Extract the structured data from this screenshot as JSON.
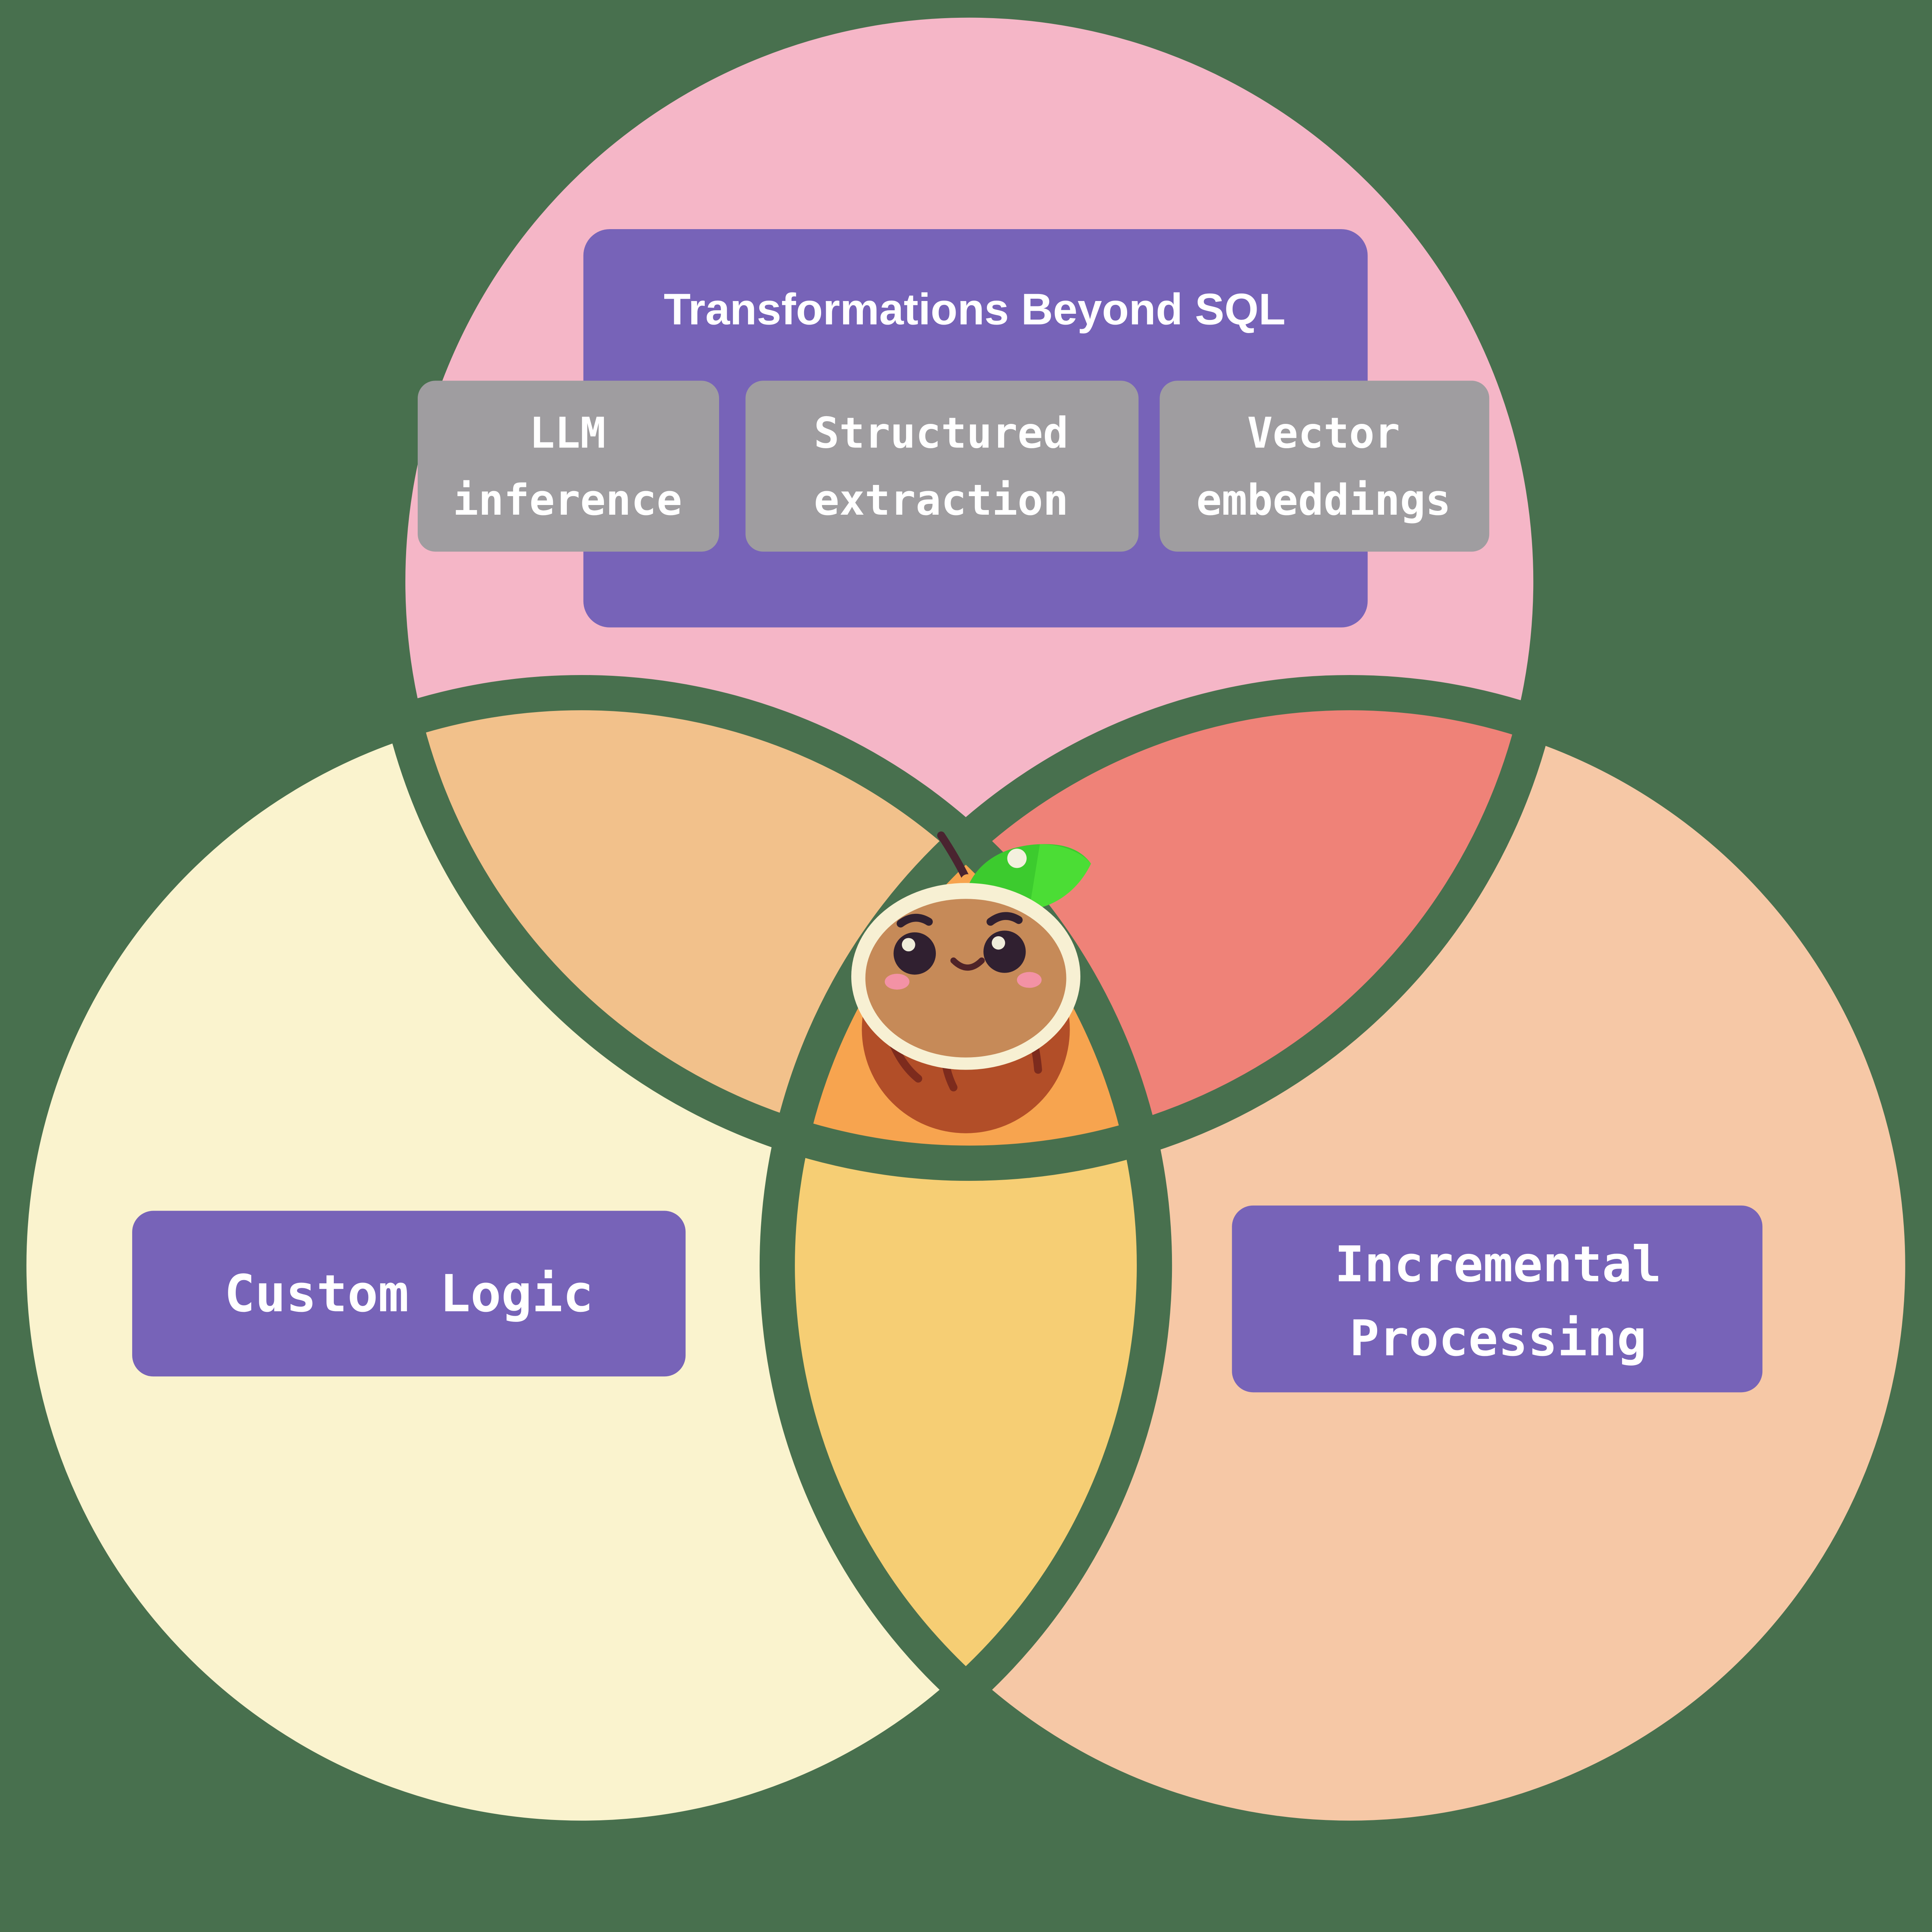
{
  "colors": {
    "background": "#48704E",
    "top_circle": "#F5B6C7",
    "left_circle": "#FAF3CE",
    "right_circle": "#F6C8A6",
    "top_left_overlap": "#F2C18B",
    "top_right_overlap": "#EF8278",
    "bottom_overlap": "#F6CE74",
    "center_overlap": "#F7A44F",
    "label_box": "#7763B8",
    "tag_chip": "#9F9DA0",
    "label_text": "#FFFFFF"
  },
  "venn": {
    "top": {
      "title": "Transformations Beyond SQL",
      "tags": [
        {
          "line1": "LLM",
          "line2": "inference"
        },
        {
          "line1": "Structured",
          "line2": "extraction"
        },
        {
          "line1": "Vector",
          "line2": "embeddings"
        }
      ]
    },
    "left": {
      "label": "Custom Logic"
    },
    "right": {
      "line1": "Incremental",
      "line2": "Processing"
    }
  }
}
